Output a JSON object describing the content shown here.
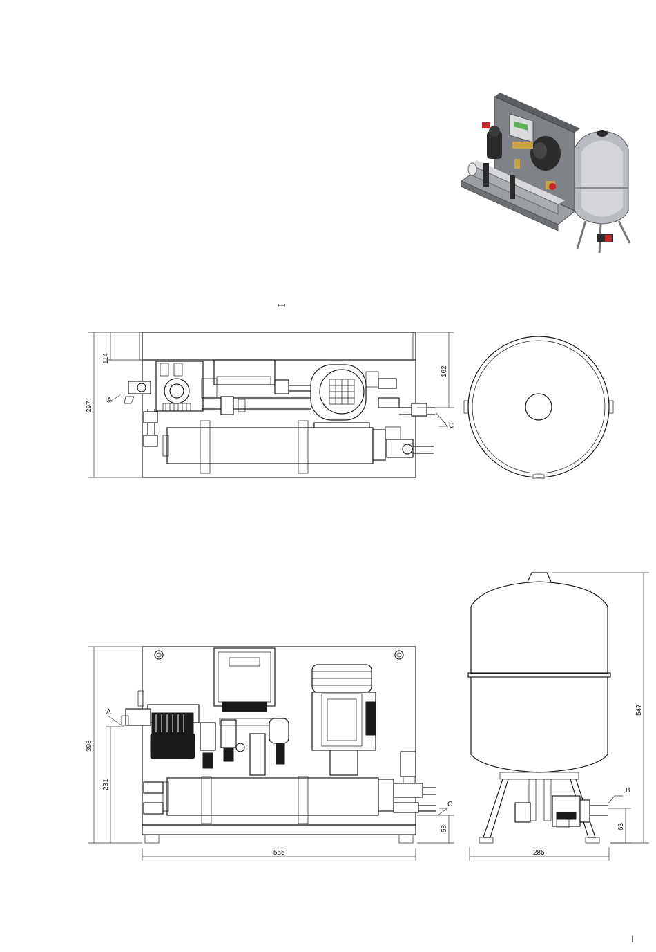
{
  "top_marker": "ꟷ",
  "plan_view": {
    "dim_114": "114",
    "dim_297": "297",
    "dim_162": "162",
    "label_a": "A",
    "label_c": "C"
  },
  "front_view": {
    "dim_398": "398",
    "dim_231": "231",
    "dim_555": "555",
    "dim_58": "58",
    "label_a": "A",
    "label_c": "C"
  },
  "tank_side_view": {
    "dim_547": "547",
    "dim_285": "285",
    "dim_63": "63",
    "label_b": "B"
  },
  "page_marker": "I",
  "colors": {
    "line": "#1a1a1a",
    "dimension": "#333333",
    "panel_gray": "#e8e8e8",
    "render_steel": "#b9bcc0",
    "render_dark": "#2b2b2b",
    "render_red": "#c0282d",
    "render_brass": "#c9a34a",
    "render_green": "#5fae5a"
  }
}
